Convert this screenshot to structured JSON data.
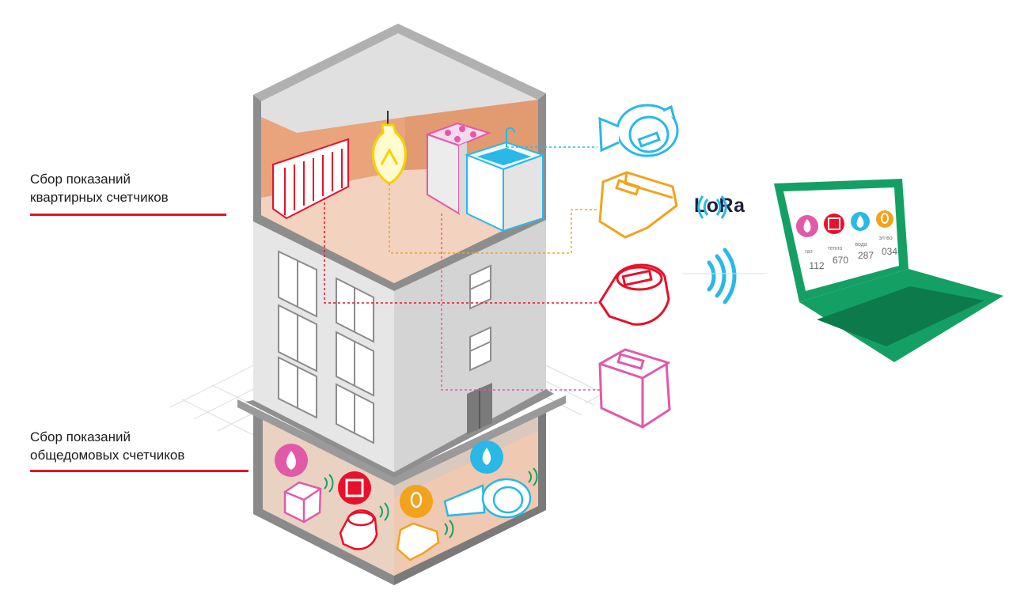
{
  "labels": {
    "apartment_meters": [
      "Сбор показаний",
      "квартирных счетчиков"
    ],
    "building_meters": [
      "Сбор показаний",
      "общедомовых счетчиков"
    ],
    "protocol": "LoRa"
  },
  "laptop_screen": {
    "items": [
      {
        "label": "газ",
        "value": "112",
        "color": "#e05aa8",
        "icon": "flame-icon"
      },
      {
        "label": "тепло",
        "value": "670",
        "color": "#e8102a",
        "icon": "radiator-icon"
      },
      {
        "label": "вода",
        "value": "287",
        "color": "#2ab8e6",
        "icon": "water-drop-icon"
      },
      {
        "label": "эл-во",
        "value": "034",
        "color": "#f2a31b",
        "icon": "bulb-icon"
      }
    ]
  },
  "colors": {
    "gas": "#e05aa8",
    "heat": "#e8102a",
    "water": "#2ab8e6",
    "electricity": "#f2a31b",
    "laptop": "#14a064",
    "underline": "#e8102a"
  }
}
